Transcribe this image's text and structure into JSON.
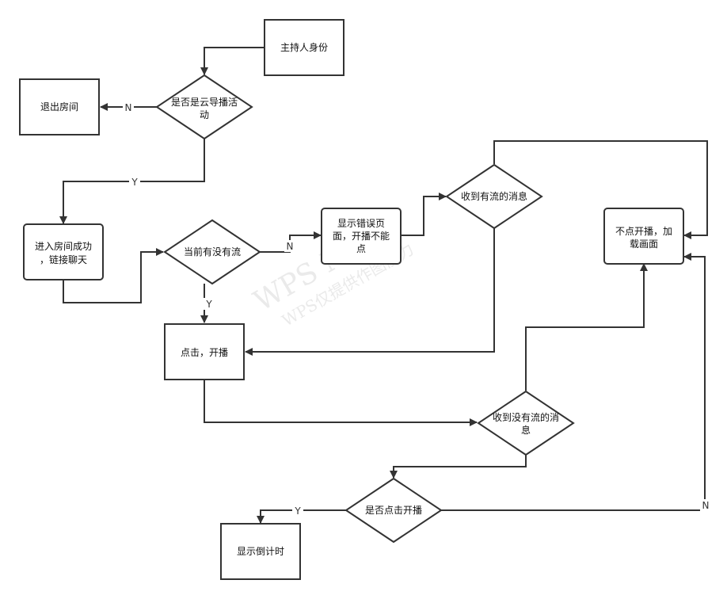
{
  "nodes": {
    "host": "主持人身份",
    "cloud_q": [
      "是否是云导播活",
      "动"
    ],
    "exit": "退出房间",
    "enter": [
      "进入房间成功",
      "，链接聊天"
    ],
    "stream_q": "当前有没有流",
    "error": [
      "显示错误页",
      "面，开播不能",
      "点"
    ],
    "recv_stream": "收到有流的消息",
    "no_click": [
      "不点开播，加",
      "载画面"
    ],
    "click_start": "点击，开播",
    "recv_nostream": [
      "收到没有流的消",
      "息"
    ],
    "click_q": "是否点击开播",
    "countdown": "显示倒计时"
  },
  "edge_labels": {
    "cloud_no": "N",
    "cloud_yes": "Y",
    "stream_no": "N",
    "stream_yes": "Y",
    "click_yes": "Y",
    "click_no": "N"
  },
  "watermark": {
    "line1": "WPS Mind",
    "line2": "WPS仅提供作图能力"
  },
  "colors": {
    "stroke": "#333333",
    "background": "#ffffff",
    "watermark": "#d8d8d8"
  }
}
